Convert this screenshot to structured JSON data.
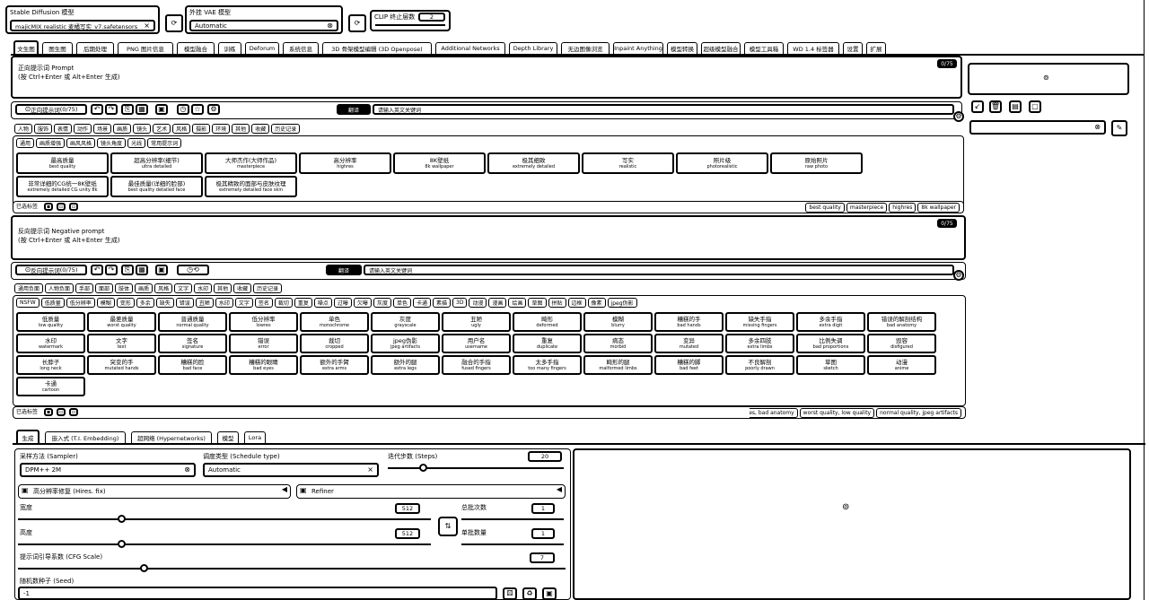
{
  "top": {
    "checkpoint_label": "Stable Diffusion 模型",
    "checkpoint_value": "majicMIX realistic 麦橘写实_v7.safetensors",
    "vae_label": "外挂 VAE 模型",
    "vae_value": "Automatic",
    "clip_label": "CLIP 终止层数",
    "clip_value": "2"
  },
  "tabs": [
    "文生图",
    "图生图",
    "后期处理",
    "PNG 图片信息",
    "模型融合",
    "训练",
    "Deforum",
    "系统信息",
    "3D 骨架模型编辑 (3D Openpose)",
    "Additional Networks",
    "Depth Library",
    "无边图像浏览",
    "Inpaint Anything",
    "模型转换",
    "超级模型融合",
    "模型工具箱",
    "WD 1.4 标签器",
    "设置",
    "扩展"
  ],
  "prompt": {
    "placeholder_title": "正向提示词 Prompt",
    "placeholder_hint": "(按 Ctrl+Enter 或 Alt+Enter 生成)",
    "token_count": "0/75",
    "toolbar_label": "正向提示词",
    "toolbar_count": "(0/75)",
    "translate_label": "翻译",
    "search_placeholder": "请输入英文关键词"
  },
  "pos_category_chips": [
    "人物",
    "服饰",
    "表情",
    "动作",
    "场景",
    "画质",
    "镜头",
    "艺术",
    "风格",
    "摄影",
    "环境",
    "其他",
    "收藏",
    "历史记录"
  ],
  "pos_sub_chips": [
    "通用",
    "画质增强",
    "画风风格",
    "镜头角度",
    "光线",
    "常用提示词"
  ],
  "pos_cards": [
    {
      "t": "最高质量",
      "s": "best quality"
    },
    {
      "t": "超高分辨率(细节)",
      "s": "ultra detailed"
    },
    {
      "t": "大师杰作(大师作品)",
      "s": "masterpiece"
    },
    {
      "t": "高分辨率",
      "s": "highres"
    },
    {
      "t": "8K壁纸",
      "s": "8k wallpaper"
    },
    {
      "t": "极其细致",
      "s": "extremely detailed"
    },
    {
      "t": "写实",
      "s": "realistic"
    },
    {
      "t": "照片级",
      "s": "photorealistic"
    },
    {
      "t": "原始照片",
      "s": "raw photo"
    },
    {
      "t": "非常详细的CG统一8K壁纸",
      "s": "extremely detailed CG unity 8k"
    },
    {
      "t": "最佳质量(详细的脸部)",
      "s": "best quality detailed face"
    },
    {
      "t": "极其精致的面部与皮肤纹理",
      "s": "extremely detailed face skin"
    }
  ],
  "pos_footer_label": "已选标签",
  "pos_footer_tags": [
    "best quality",
    "masterpiece",
    "highres",
    "8k wallpaper"
  ],
  "negative": {
    "placeholder_title": "反向提示词 Negative prompt",
    "placeholder_hint": "(按 Ctrl+Enter 或 Alt+Enter 生成)",
    "token_count": "0/75",
    "toolbar_label": "反向提示词",
    "toolbar_count": "(0/75)",
    "translate_label": "翻译",
    "search_placeholder": "请输入英文关键词"
  },
  "neg_category_chips": [
    "通用负面",
    "人物负面",
    "手部",
    "面部",
    "肢体",
    "画质",
    "风格",
    "文字",
    "水印",
    "其他",
    "收藏",
    "历史记录"
  ],
  "neg_sub_chips": [
    "NSFW",
    "低质量",
    "低分辨率",
    "模糊",
    "变形",
    "多余",
    "缺失",
    "错误",
    "丑陋",
    "水印",
    "文字",
    "签名",
    "裁切",
    "重复",
    "噪点",
    "过曝",
    "欠曝",
    "灰度",
    "单色",
    "卡通",
    "素描",
    "3D",
    "动漫",
    "漫画",
    "绘画",
    "草图",
    "拼贴",
    "边框",
    "像素",
    "jpeg伪影"
  ],
  "neg_cards": [
    {
      "t": "低质量",
      "s": "low quality"
    },
    {
      "t": "最差质量",
      "s": "worst quality"
    },
    {
      "t": "普通质量",
      "s": "normal quality"
    },
    {
      "t": "低分辨率",
      "s": "lowres"
    },
    {
      "t": "单色",
      "s": "monochrome"
    },
    {
      "t": "灰度",
      "s": "grayscale"
    },
    {
      "t": "丑陋",
      "s": "ugly"
    },
    {
      "t": "畸形",
      "s": "deformed"
    },
    {
      "t": "模糊",
      "s": "blurry"
    },
    {
      "t": "糟糕的手",
      "s": "bad hands"
    },
    {
      "t": "缺失手指",
      "s": "missing fingers"
    },
    {
      "t": "多余手指",
      "s": "extra digit"
    },
    {
      "t": "错误的解剖结构",
      "s": "bad anatomy"
    },
    {
      "t": "水印",
      "s": "watermark"
    },
    {
      "t": "文字",
      "s": "text"
    },
    {
      "t": "签名",
      "s": "signature"
    },
    {
      "t": "错误",
      "s": "error"
    },
    {
      "t": "裁切",
      "s": "cropped"
    },
    {
      "t": "jpeg伪影",
      "s": "jpeg artifacts"
    },
    {
      "t": "用户名",
      "s": "username"
    },
    {
      "t": "重复",
      "s": "duplicate"
    },
    {
      "t": "病态",
      "s": "morbid"
    },
    {
      "t": "变异",
      "s": "mutated"
    },
    {
      "t": "多余四肢",
      "s": "extra limbs"
    },
    {
      "t": "比例失调",
      "s": "bad proportions"
    },
    {
      "t": "毁容",
      "s": "disfigured"
    },
    {
      "t": "长脖子",
      "s": "long neck"
    },
    {
      "t": "突变的手",
      "s": "mutated hands"
    },
    {
      "t": "糟糕的脸",
      "s": "bad face"
    },
    {
      "t": "糟糕的眼睛",
      "s": "bad eyes"
    },
    {
      "t": "额外的手臂",
      "s": "extra arms"
    },
    {
      "t": "额外的腿",
      "s": "extra legs"
    },
    {
      "t": "融合的手指",
      "s": "fused fingers"
    },
    {
      "t": "太多手指",
      "s": "too many fingers"
    },
    {
      "t": "畸形的腿",
      "s": "malformed limbs"
    },
    {
      "t": "糟糕的脚",
      "s": "bad feet"
    },
    {
      "t": "不良解剖",
      "s": "poorly drawn"
    },
    {
      "t": "草图",
      "s": "sketch"
    },
    {
      "t": "动漫",
      "s": "anime"
    },
    {
      "t": "卡通",
      "s": "cartoon"
    }
  ],
  "neg_footer_label": "已选标签",
  "neg_footer_tags": [
    "lowres, bad anatomy",
    "worst quality, low quality",
    "normal quality, jpeg artifacts"
  ],
  "sub_tabs": [
    "生成",
    "嵌入式 (T.I. Embedding)",
    "超网络 (Hypernetworks)",
    "模型",
    "Lora"
  ],
  "params": {
    "sampler_label": "采样方法 (Sampler)",
    "sampler_value": "DPM++ 2M",
    "schedule_label": "调度类型 (Schedule type)",
    "schedule_value": "Automatic",
    "steps_label": "迭代步数 (Steps)",
    "steps_value": "20",
    "hires_label": "高分辨率修复 (Hires. fix)",
    "refiner_label": "Refiner",
    "width_label": "宽度",
    "width_value": "512",
    "height_label": "高度",
    "height_value": "512",
    "batch_count_label": "总批次数",
    "batch_count_value": "1",
    "batch_size_label": "单批数量",
    "batch_size_value": "1",
    "cfg_label": "提示词引导系数 (CFG Scale)",
    "cfg_value": "7",
    "seed_label": "随机数种子 (Seed)",
    "seed_value": "-1"
  },
  "sliders": {
    "steps": 0.2,
    "width": 0.25,
    "height": 0.25,
    "cfg": 0.23
  }
}
